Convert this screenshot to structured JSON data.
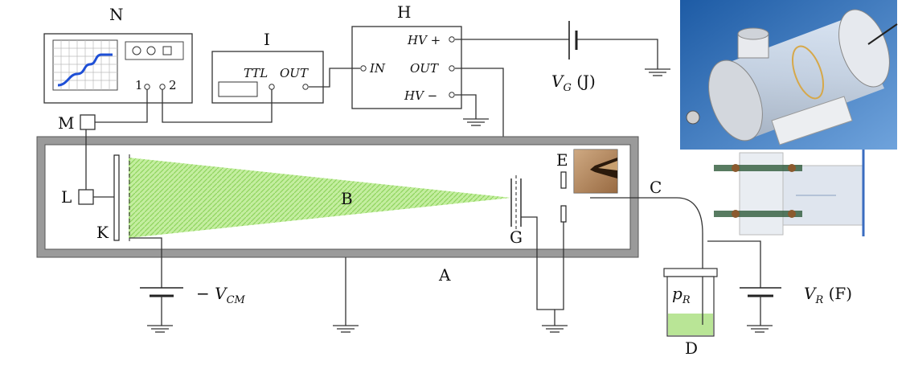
{
  "diagram": {
    "labels": {
      "N": "N",
      "I": "I",
      "H": "H",
      "M": "M",
      "L": "L",
      "K": "K",
      "B": "B",
      "A": "A",
      "E": "E",
      "G": "G",
      "C": "C",
      "D": "D"
    },
    "oscilloscope": {
      "ch1": "1",
      "ch2": "2"
    },
    "pulse_gen": {
      "ttl": "TTL",
      "out": "OUT"
    },
    "hv_supply": {
      "in": "IN",
      "hv_plus": "HV +",
      "out": "OUT",
      "hv_minus": "HV −"
    },
    "gate_voltage": {
      "label": "V",
      "sub": "G",
      "suffix": " (J)"
    },
    "cathode_voltage": {
      "label": "− V",
      "sub": "CM"
    },
    "reservoir": {
      "pressure": "p",
      "pressure_sub": "R"
    },
    "reservoir_voltage": {
      "label": "V",
      "sub": "R",
      "suffix": " (F)"
    },
    "colors": {
      "plume": "#a8e07a",
      "liquid": "#b9e596",
      "chamber_wall": "#9a9a9a",
      "render_bg": "#1f5fa8"
    }
  }
}
